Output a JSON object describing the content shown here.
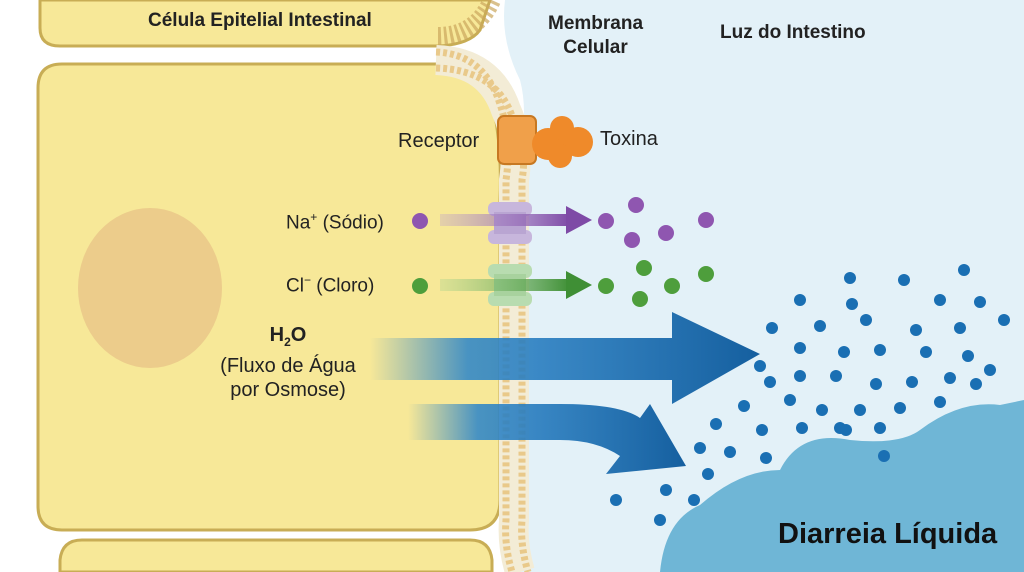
{
  "labels": {
    "cell": "Célula Epitelial Intestinal",
    "membrane_line1": "Membrana",
    "membrane_line2": "Celular",
    "lumen": "Luz do Intestino",
    "receptor": "Receptor",
    "toxin": "Toxina",
    "sodium_symbol": "Na",
    "sodium_charge": "+",
    "sodium_name": "(Sódio)",
    "chloride_symbol": "Cl",
    "chloride_charge": "−",
    "chloride_name": "(Cloro)",
    "water_h": "H",
    "water_sub": "2",
    "water_o": "O",
    "water_line2": "(Fluxo de Água",
    "water_line3": "por Osmose)",
    "diarrhea": "Diarreia Líquida"
  },
  "colors": {
    "cell_fill": "#f7e898",
    "cell_border": "#c8ad55",
    "nucleus": "#eac98a",
    "lumen": "#e3f1f8",
    "membrane_head": "#e9c98a",
    "receptor": "#f0a04a",
    "toxin": "#ef8a2a",
    "sodium": "#8f56b0",
    "chloride": "#4e9e3c",
    "water": "#1a6fb3",
    "diarrhea_pool": "#6fb6d6"
  }
}
